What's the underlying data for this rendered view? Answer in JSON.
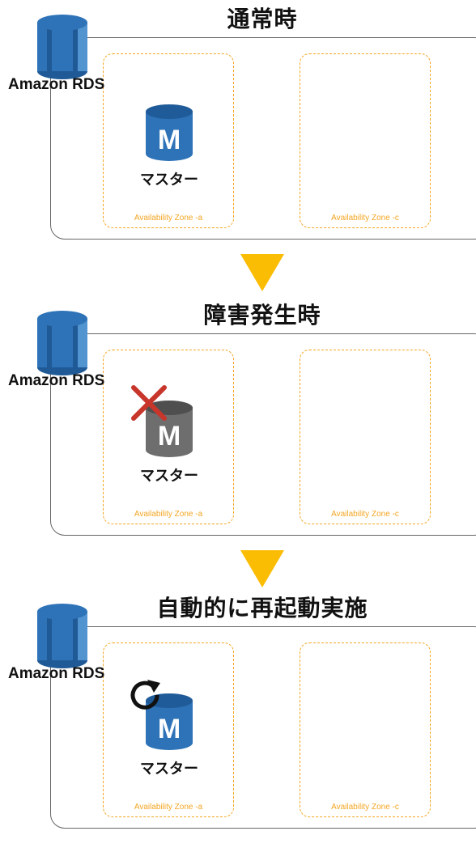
{
  "colors": {
    "az_border": "#F5A623",
    "frame_border": "#666666",
    "rds_blue": "#2E73B8",
    "db_blue": "#2E73B8",
    "db_failed_gray": "#6E6E6E",
    "fail_cross": "#C7352B",
    "arrow": "#FBBC04"
  },
  "panels": [
    {
      "title": "通常時",
      "service_label": "Amazon RDS",
      "db_label": "マスター",
      "db_letter": "M",
      "db_state": "normal",
      "zones": [
        "Availability Zone -a",
        "Availability Zone -c"
      ]
    },
    {
      "title": "障害発生時",
      "service_label": "Amazon RDS",
      "db_label": "マスター",
      "db_letter": "M",
      "db_state": "failed",
      "status_icon": "x-cross-icon",
      "zones": [
        "Availability Zone -a",
        "Availability Zone -c"
      ]
    },
    {
      "title": "自動的に再起動実施",
      "service_label": "Amazon RDS",
      "db_label": "マスター",
      "db_letter": "M",
      "db_state": "restarting",
      "status_icon": "restart-arrow-icon",
      "zones": [
        "Availability Zone -a",
        "Availability Zone -c"
      ]
    }
  ],
  "flow_arrows": [
    "down-arrow-icon",
    "down-arrow-icon"
  ]
}
